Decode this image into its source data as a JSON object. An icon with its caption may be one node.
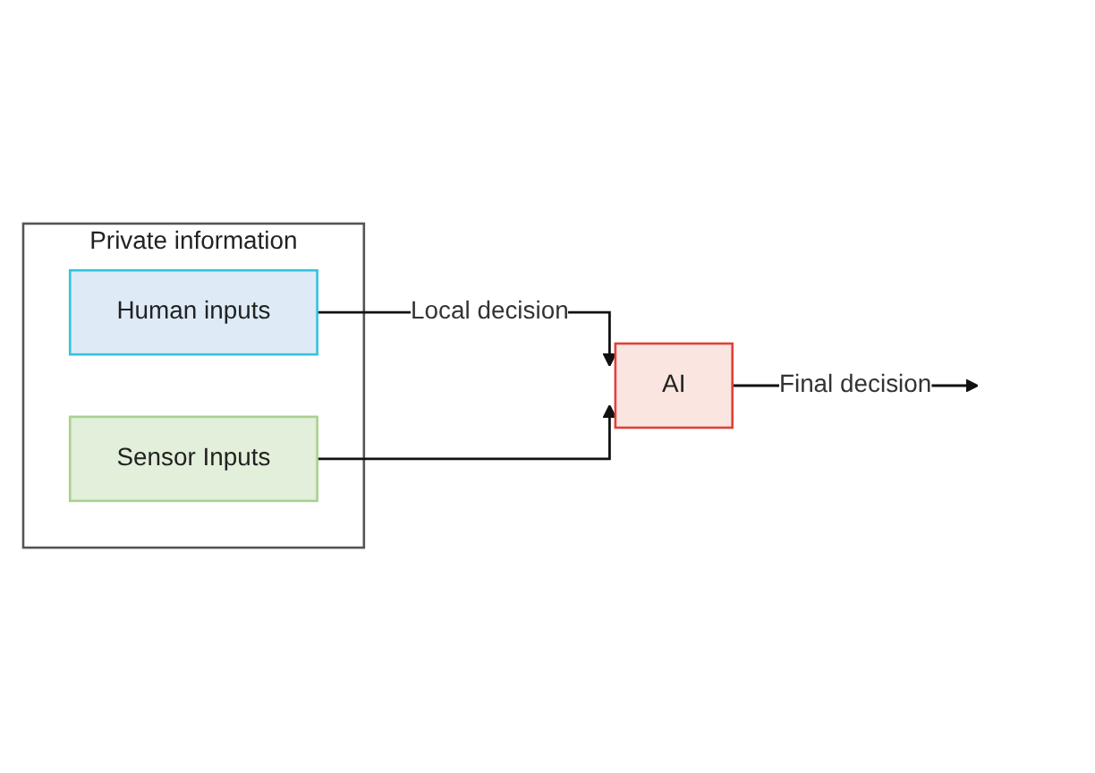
{
  "diagram": {
    "nodes": [
      {
        "text": [
          "Private information"
        ]
      },
      {
        "text": [
          "Human inputs"
        ],
        "in": 0
      },
      {
        "text": [
          "Sensor Inputs"
        ],
        "in": 0
      },
      {
        "text": [
          "AI"
        ]
      }
    ],
    "edges": [
      {
        "from": 1,
        "to": 3,
        "arrow": "to",
        "label": "Local decision"
      },
      {
        "from": 2,
        "to": 3,
        "arrow": "to"
      },
      {
        "from": 3,
        "to": null,
        "arrow": "to",
        "label": "Final decision"
      }
    ]
  }
}
